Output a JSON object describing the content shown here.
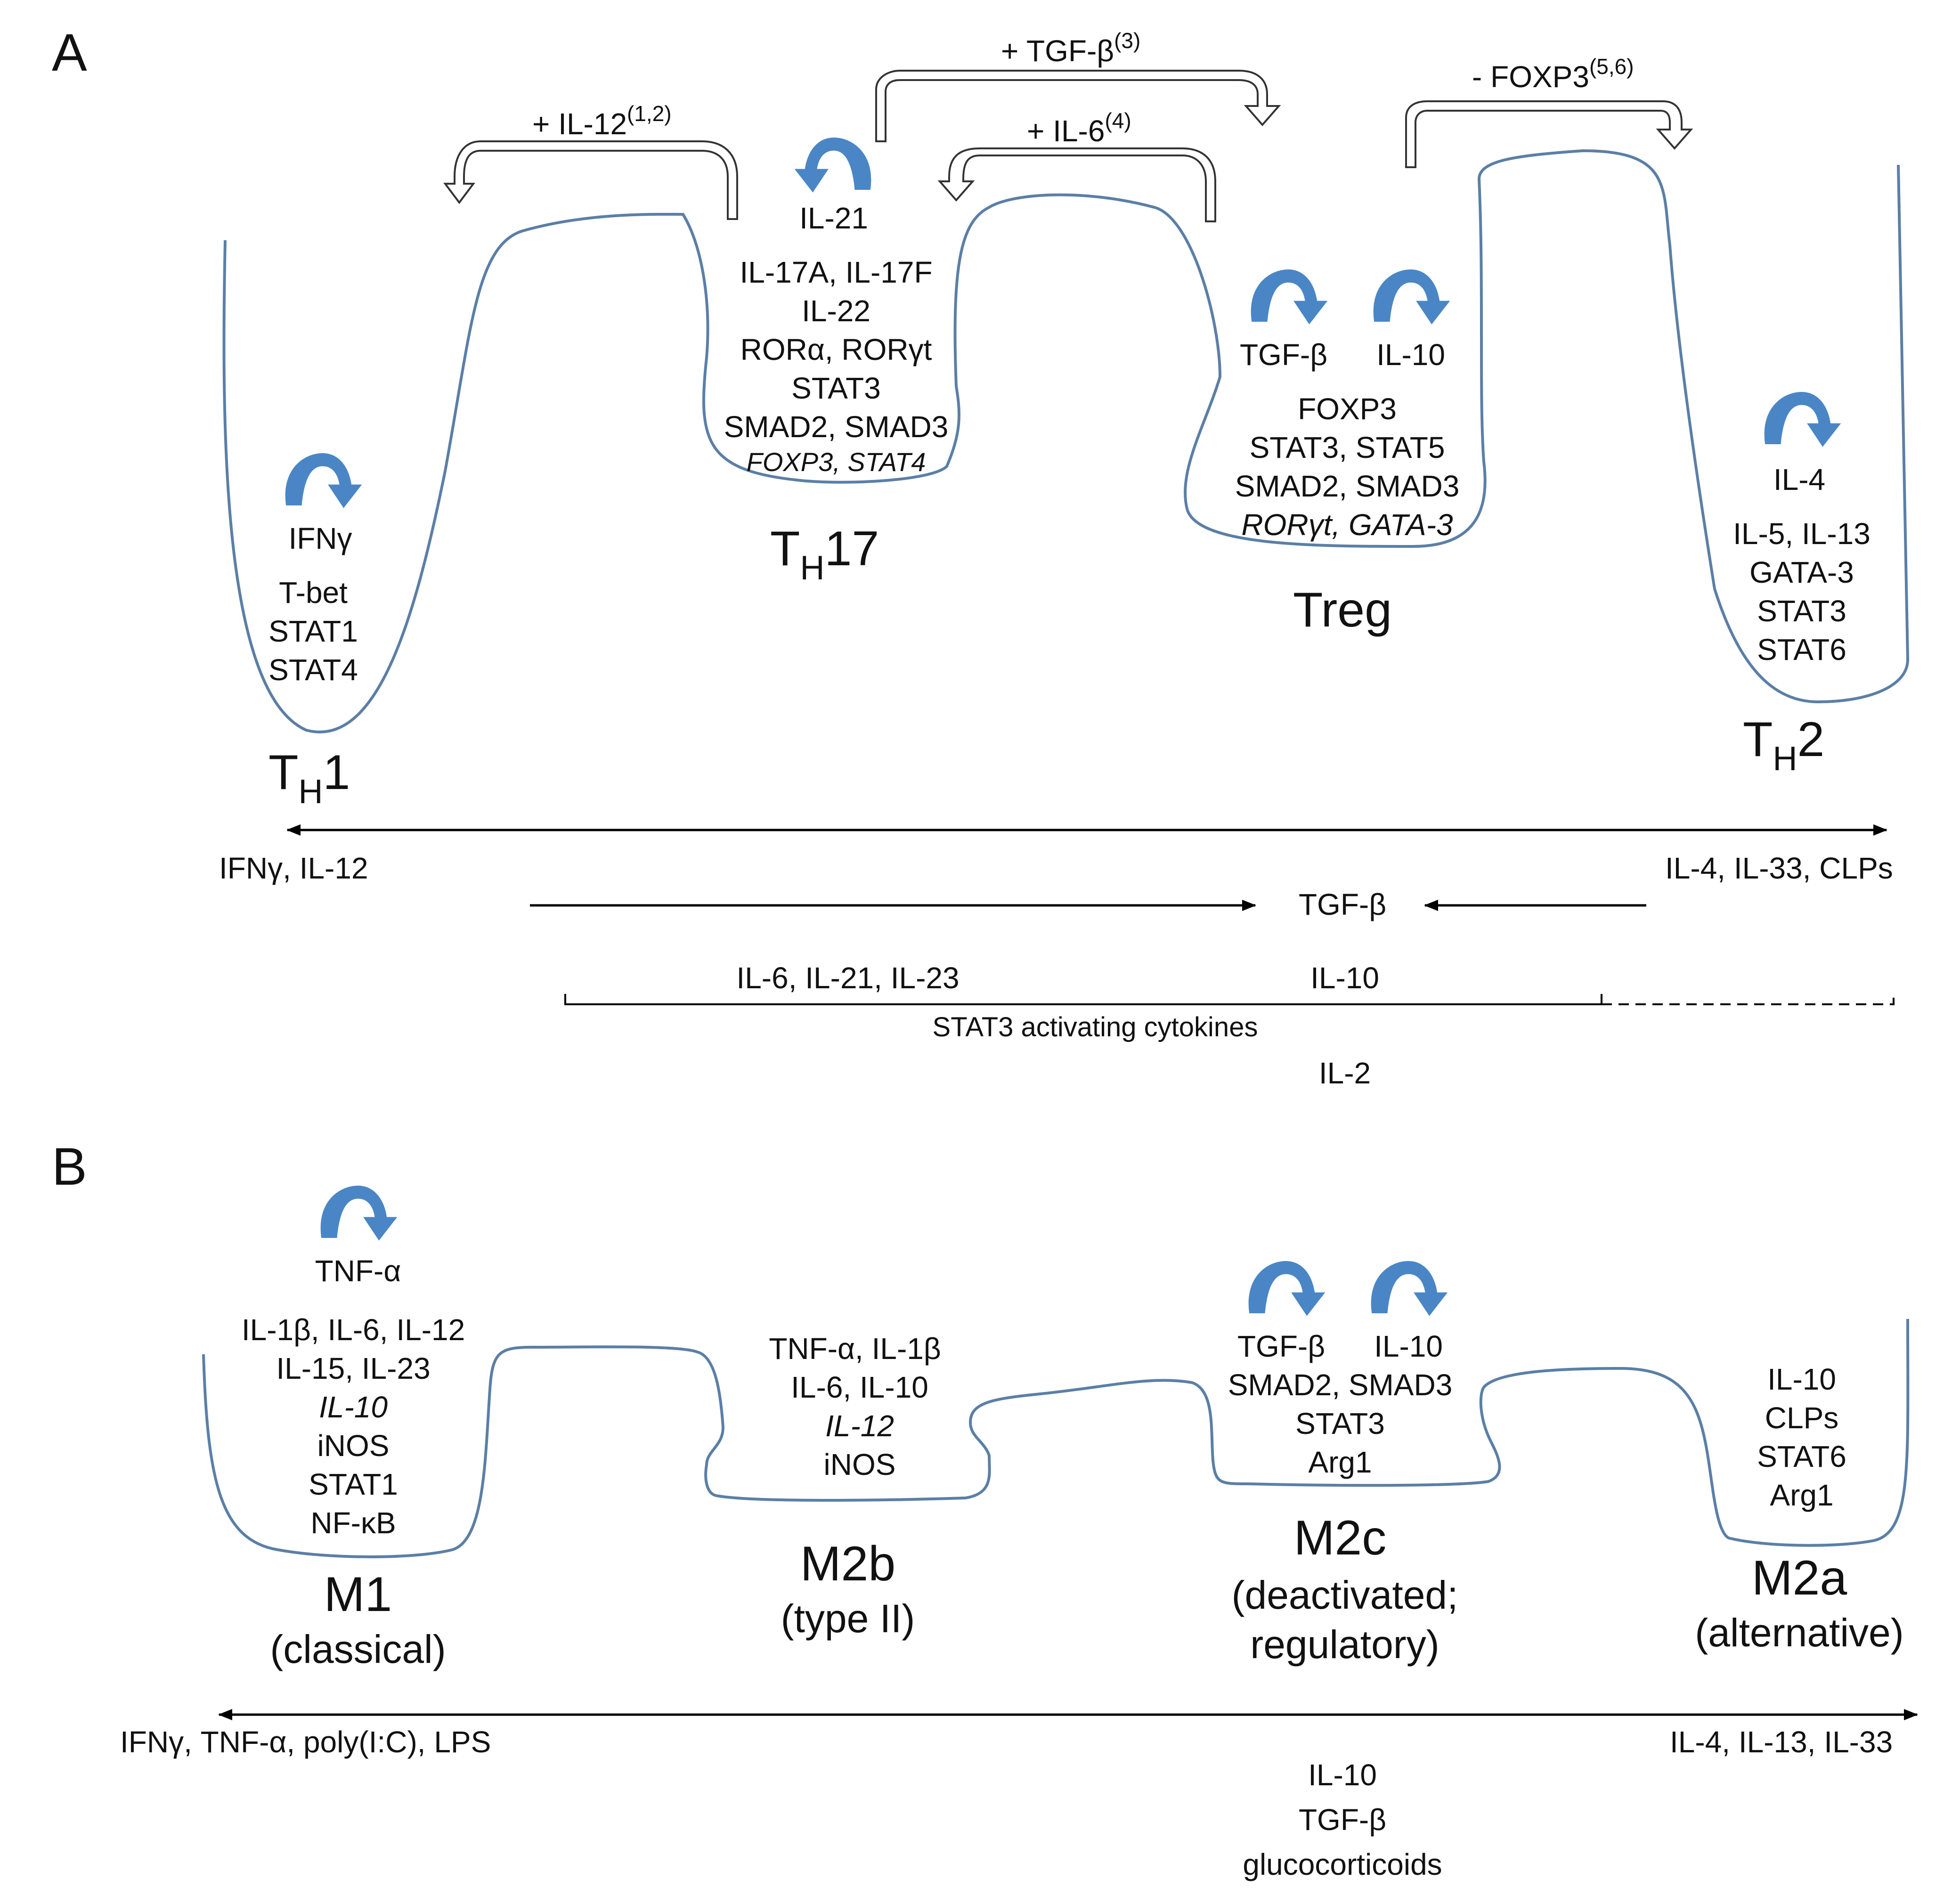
{
  "colors": {
    "well_line": "#5b7fa6",
    "loop_arrow": "#4a86c5",
    "text": "#111111"
  },
  "panel_a": {
    "label": "A",
    "transitions": {
      "il12": {
        "text": "+ IL-12",
        "sup": "(1,2)"
      },
      "tgfb": {
        "text": "+ TGF-β",
        "sup": "(3)"
      },
      "il6": {
        "text": "+ IL-6",
        "sup": "(4)"
      },
      "foxp3": {
        "text": "- FOXP3",
        "sup": "(5,6)"
      }
    },
    "th1": {
      "loop": "IFNγ",
      "lines": [
        "T-bet",
        "STAT1",
        "STAT4"
      ],
      "name_main": "T",
      "name_sub": "H",
      "name_tail": "1"
    },
    "th17": {
      "loop": "IL-21",
      "lines": [
        "IL-17A, IL-17F",
        "IL-22",
        "RORα, RORγt",
        "STAT3",
        "SMAD2, SMAD3"
      ],
      "italic_line": "FOXP3, STAT4",
      "name_main": "T",
      "name_sub": "H",
      "name_tail": "17"
    },
    "treg": {
      "loops": [
        "TGF-β",
        "IL-10"
      ],
      "lines": [
        "FOXP3",
        "STAT3, STAT5",
        "SMAD2, SMAD3"
      ],
      "italic_line": "RORγt, GATA-3",
      "name": "Treg"
    },
    "th2": {
      "loop": "IL-4",
      "lines": [
        "IL-5, IL-13",
        "GATA-3",
        "STAT3",
        "STAT6"
      ],
      "name_main": "T",
      "name_sub": "H",
      "name_tail": "2"
    },
    "axis": {
      "left": "IFNγ, IL-12",
      "right": "IL-4, IL-33, CLPs",
      "center": "TGF-β",
      "bracket_left": "IL-6, IL-21, IL-23",
      "bracket_right": "IL-10",
      "bracket_caption": "STAT3 activating cytokines",
      "bottom": "IL-2"
    }
  },
  "panel_b": {
    "label": "B",
    "m1": {
      "loop": "TNF-α",
      "lines": [
        "IL-1β, IL-6, IL-12",
        "IL-15, IL-23"
      ],
      "italic_line": "IL-10",
      "lines2": [
        "iNOS",
        "STAT1",
        "NF-κB"
      ],
      "name": "M1",
      "desc": [
        "(classical)"
      ]
    },
    "m2b": {
      "lines": [
        "TNF-α, IL-1β",
        "IL-6, IL-10"
      ],
      "italic_line": "IL-12",
      "lines2": [
        "iNOS"
      ],
      "name": "M2b",
      "desc": [
        "(type II)"
      ]
    },
    "m2c": {
      "loops": [
        "TGF-β",
        "IL-10"
      ],
      "lines": [
        "SMAD2, SMAD3",
        "STAT3",
        "Arg1"
      ],
      "name": "M2c",
      "desc": [
        "(deactivated;",
        "regulatory)"
      ]
    },
    "m2a": {
      "lines": [
        "IL-10",
        "CLPs",
        "STAT6",
        "Arg1"
      ],
      "name": "M2a",
      "desc": [
        "(alternative)"
      ]
    },
    "axis": {
      "left": "IFNγ, TNF-α, poly(I:C), LPS",
      "right": "IL-4, IL-13, IL-33",
      "bottom": [
        "IL-10",
        "TGF-β",
        "glucocorticoids"
      ]
    }
  }
}
